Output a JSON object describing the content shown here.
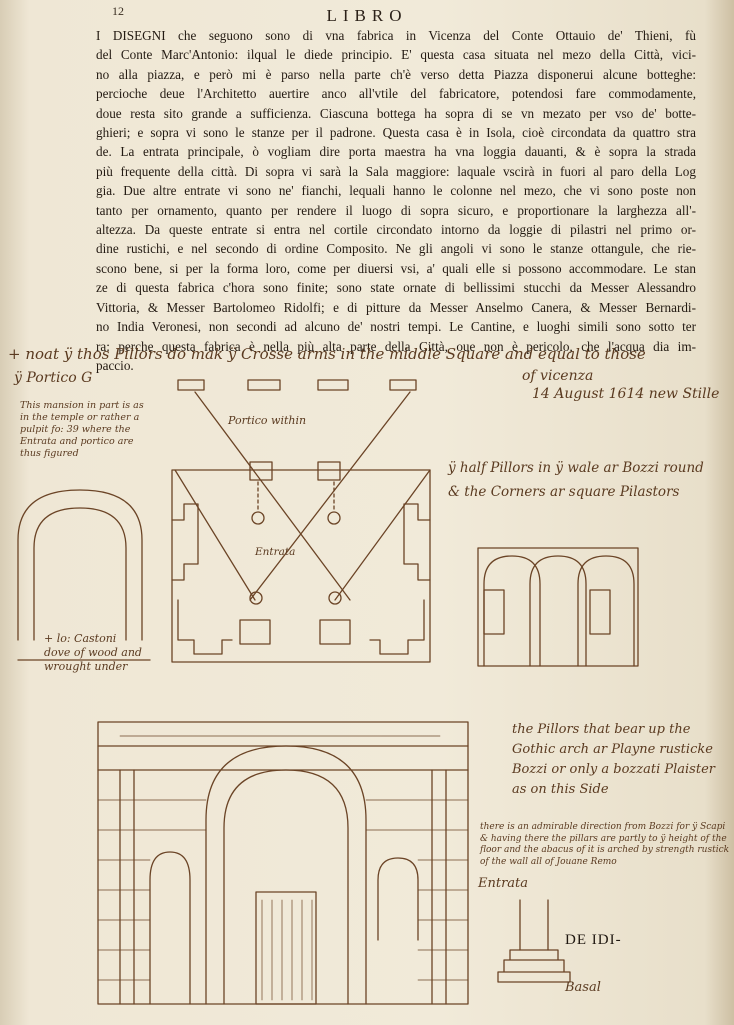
{
  "page": {
    "folio": "12",
    "running_head": "LIBRO"
  },
  "text_lines": [
    "I DISEGNI che seguono sono di vna fabrica in Vicenza del Conte Ottauio de' Thieni, fù",
    "del Conte Marc'Antonio: ilqual le diede principio. E' questa casa situata nel mezo della Città, vici-",
    "no alla piazza, e però mi è parso nella parte ch'è verso detta Piazza disponerui alcune botteghe:",
    "percioche deue l'Architetto auertire anco all'vtile del fabricatore, potendosi fare commodamente,",
    "doue resta sito grande a sufficienza. Ciascuna bottega ha sopra di se vn mezato per vso de' botte-",
    "ghieri; e sopra vi sono le stanze per il padrone. Questa casa è in Isola, cioè circondata da quattro stra",
    "de. La entrata principale, ò vogliam dire porta maestra ha vna loggia dauanti, & è sopra la strada",
    "più frequente della città. Di sopra vi sarà la Sala maggiore: laquale vscirà in fuori al paro della Log",
    "gia. Due altre entrate vi sono ne' fianchi, lequali hanno le colonne nel mezo, che vi sono poste non",
    "tanto per ornamento, quanto per rendere il luogo di sopra sicuro, e proportionare la larghezza all'-",
    "altezza. Da queste entrate si entra nel cortile circondato intorno da loggie di pilastri nel primo or-",
    "dine rustichi, e nel secondo di ordine Composito. Ne gli angoli vi sono le stanze ottangule, che rie-",
    "scono bene, si per la forma loro, come per diuersi vsi, a' quali elle si possono accommodare. Le stan",
    "ze di questa fabrica c'hora sono finite; sono state ornate di bellissimi stucchi da Messer Alessandro",
    "Vittoria, & Messer Bartolomeo Ridolfi; e di pitture da Messer Anselmo Canera, & Messer Bernardi-",
    "no India Veronesi, non secondi ad alcuno de' nostri tempi. Le Cantine, e luoghi simili sono sotto ter",
    "ra: perche questa fabrica è nella più alta parte della Città, oue non è pericolo, che l'acqua dia im-",
    "paccio."
  ],
  "annotations": {
    "note_top": "+ noat ÿ thos Pillors do mak ÿ Crosse arms in the middle Square and equal to those",
    "note_portico": "ÿ Portico G",
    "note_date_place": "of vicenza",
    "note_date": "14 August 1614 new Stille",
    "note_mansion": "This mansion in part is as in the temple or rather a pulpit fo: 39 where the Entrata and portico are thus figured",
    "note_portico_within": "Portico within",
    "note_half_pillars": "ÿ half Pillors in ÿ wale ar Bozzi round & the Corners ar square Pilastors",
    "note_entrata_plan": "Entrata",
    "note_arch_left": "+ lo: Castoni dove of wood and wrought under",
    "note_pillars_right": "the Pillors that bear up the Gothic arch ar Playne rusticke Bozzi or only a bozzati Plaister as on this Side",
    "note_small": "there is an admirable direction from Bozzi for ÿ Scapi & having there the pillars are partly to ÿ height of the floor and the abacus of it is arched by strength rustick of the wall all of Jouane Remo",
    "note_entrata_bottom": "Entrata",
    "catchword": "DE IDI-",
    "note_base": "Basal"
  },
  "colors": {
    "paper": "#f1ead9",
    "ink_print": "#231a12",
    "ink_hand": "#5a3a20"
  }
}
